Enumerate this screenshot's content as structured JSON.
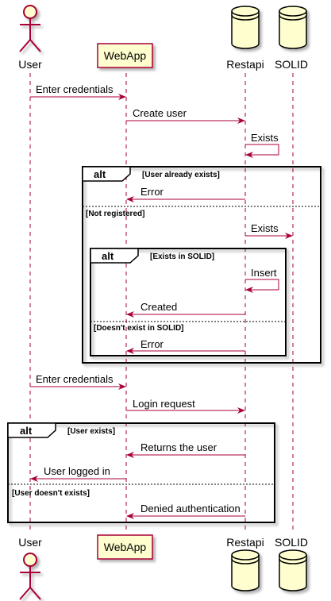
{
  "participants": {
    "user": "User",
    "webapp": "WebApp",
    "restapi": "Restapi",
    "solid": "SOLID"
  },
  "messages": {
    "enter_credentials_1": "Enter credentials",
    "create_user": "Create user",
    "exists_1": "Exists",
    "error_1": "Error",
    "exists_2": "Exists",
    "insert": "Insert",
    "created": "Created",
    "error_2": "Error",
    "enter_credentials_2": "Enter credentials",
    "login_request": "Login request",
    "returns_user": "Returns the user",
    "user_logged_in": "User logged in",
    "denied_authentication": "Denied authentication"
  },
  "fragments": {
    "alt1": {
      "keyword": "alt",
      "guard1": "[User already exists]",
      "guard2": "[Not registered]"
    },
    "alt2": {
      "keyword": "alt",
      "guard1": "[Exists in SOLID]",
      "guard2": "[Doesn't exist in SOLID]"
    },
    "alt3": {
      "keyword": "alt",
      "guard1": "[User exists]",
      "guard2": "[User doesn't exists]"
    }
  },
  "colors": {
    "message": "#a80036",
    "participant_fill": "#fefece",
    "participant_border": "#a80036",
    "lifeline": "#a80036"
  }
}
